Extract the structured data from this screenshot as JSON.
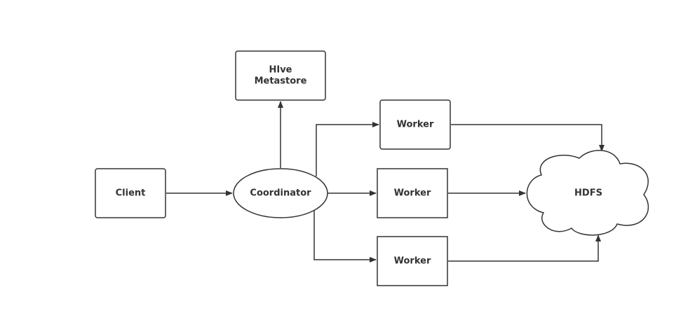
{
  "colors": {
    "stroke": "#333333",
    "fill": "#ffffff",
    "text": "#333333"
  },
  "nodes": {
    "client": {
      "label": "Client"
    },
    "coordinator": {
      "label": "Coordinator"
    },
    "metastore": {
      "line1": "HIve",
      "line2": "Metastore"
    },
    "worker_top": {
      "label": "Worker"
    },
    "worker_middle": {
      "label": "Worker"
    },
    "worker_bottom": {
      "label": "Worker"
    },
    "hdfs": {
      "label": "HDFS"
    }
  }
}
